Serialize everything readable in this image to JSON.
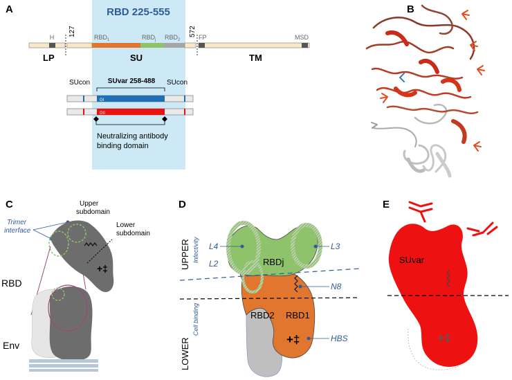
{
  "panel_labels": {
    "a": "A",
    "b": "B",
    "c": "C",
    "d": "D",
    "e": "E"
  },
  "panel_a": {
    "rbd_title": "RBD 225-555",
    "pos_127": "127",
    "pos_572": "572",
    "h": "H",
    "rbd1": "RBD",
    "rbd1_sub": "1",
    "rbdj": "RBD",
    "rbdj_sub": "j",
    "rbd2": "RBD",
    "rbd2_sub": "2",
    "fp": "FP",
    "msd": "MSD",
    "lp": "LP",
    "su": "SU",
    "tm": "TM",
    "sucon_left": "SUcon",
    "suvar": "SUvar 258-488",
    "sucon_right": "SUcon",
    "gi": "GI",
    "gii": "GII",
    "nab_line1": "Neutralizing antibody",
    "nab_line2": "binding domain"
  },
  "panel_c": {
    "upper": "Upper",
    "subdomain_upper": "subdomain",
    "lower": "Lower",
    "subdomain_lower": "subdomain",
    "trimer": "Trimer",
    "interface": "interface",
    "rbd": "RBD",
    "env": "Env",
    "charges": "+‡"
  },
  "panel_d": {
    "upper": "UPPER",
    "lower": "LOWER",
    "infectivity": "Infectivity",
    "cell_binding": "Cell binding",
    "l4": "L4",
    "l2": "L2",
    "l3": "L3",
    "rbdj": "RBDj",
    "n8": "N8",
    "rbd2": "RBD2",
    "rbd1": "RBD1",
    "hbs": "HBS",
    "charges": "+‡"
  },
  "panel_e": {
    "suvar": "SUvar",
    "charges": "+‡"
  },
  "colors": {
    "rbd_box": "#cce9f5",
    "orange": "#e1772e",
    "green": "#8fc36b",
    "grey": "#a6a6a6",
    "blue": "#1f6fb5",
    "red": "#ee1111",
    "dark_grey": "#6d6d6d",
    "label_blue": "#2e5b9a"
  }
}
